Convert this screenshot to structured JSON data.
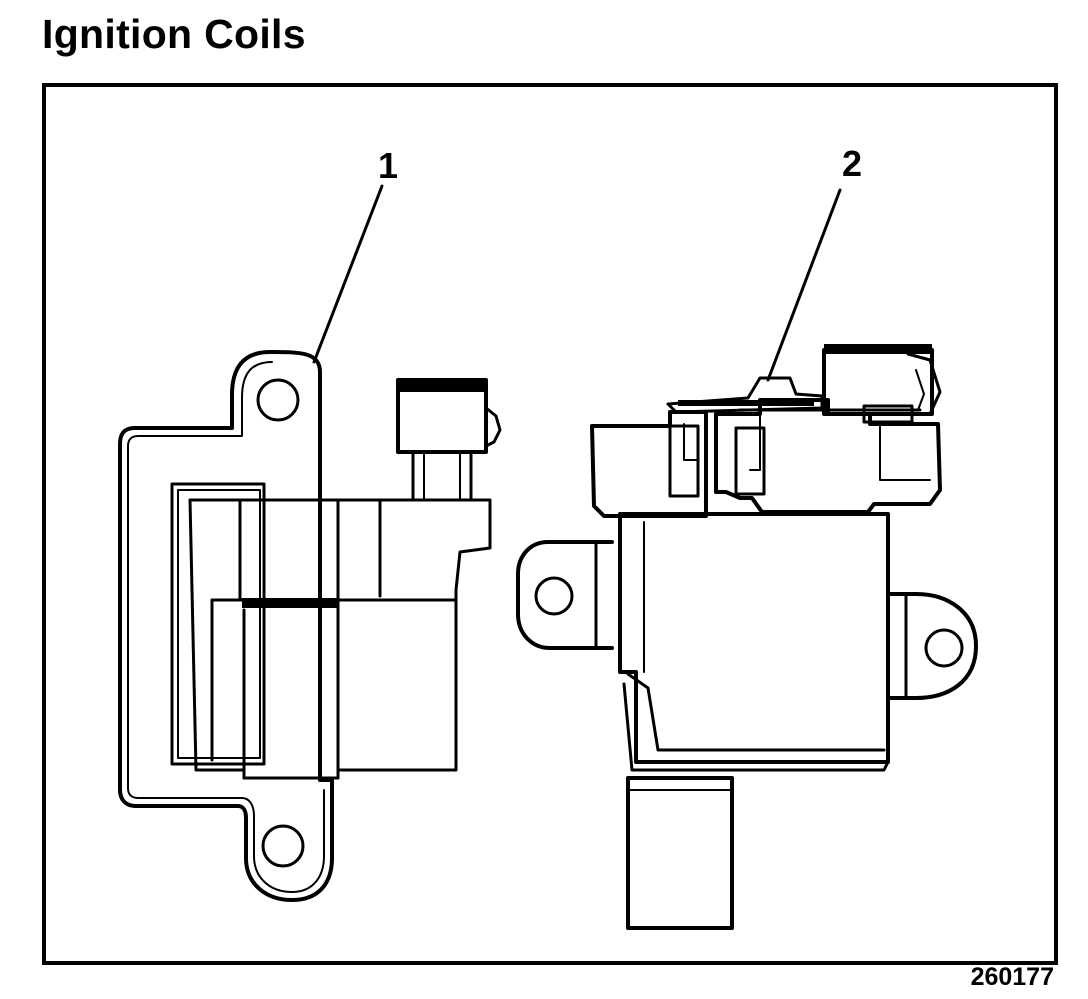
{
  "title": "Ignition Coils",
  "figure_number": "260177",
  "callouts": [
    {
      "label": "1"
    },
    {
      "label": "2"
    }
  ]
}
